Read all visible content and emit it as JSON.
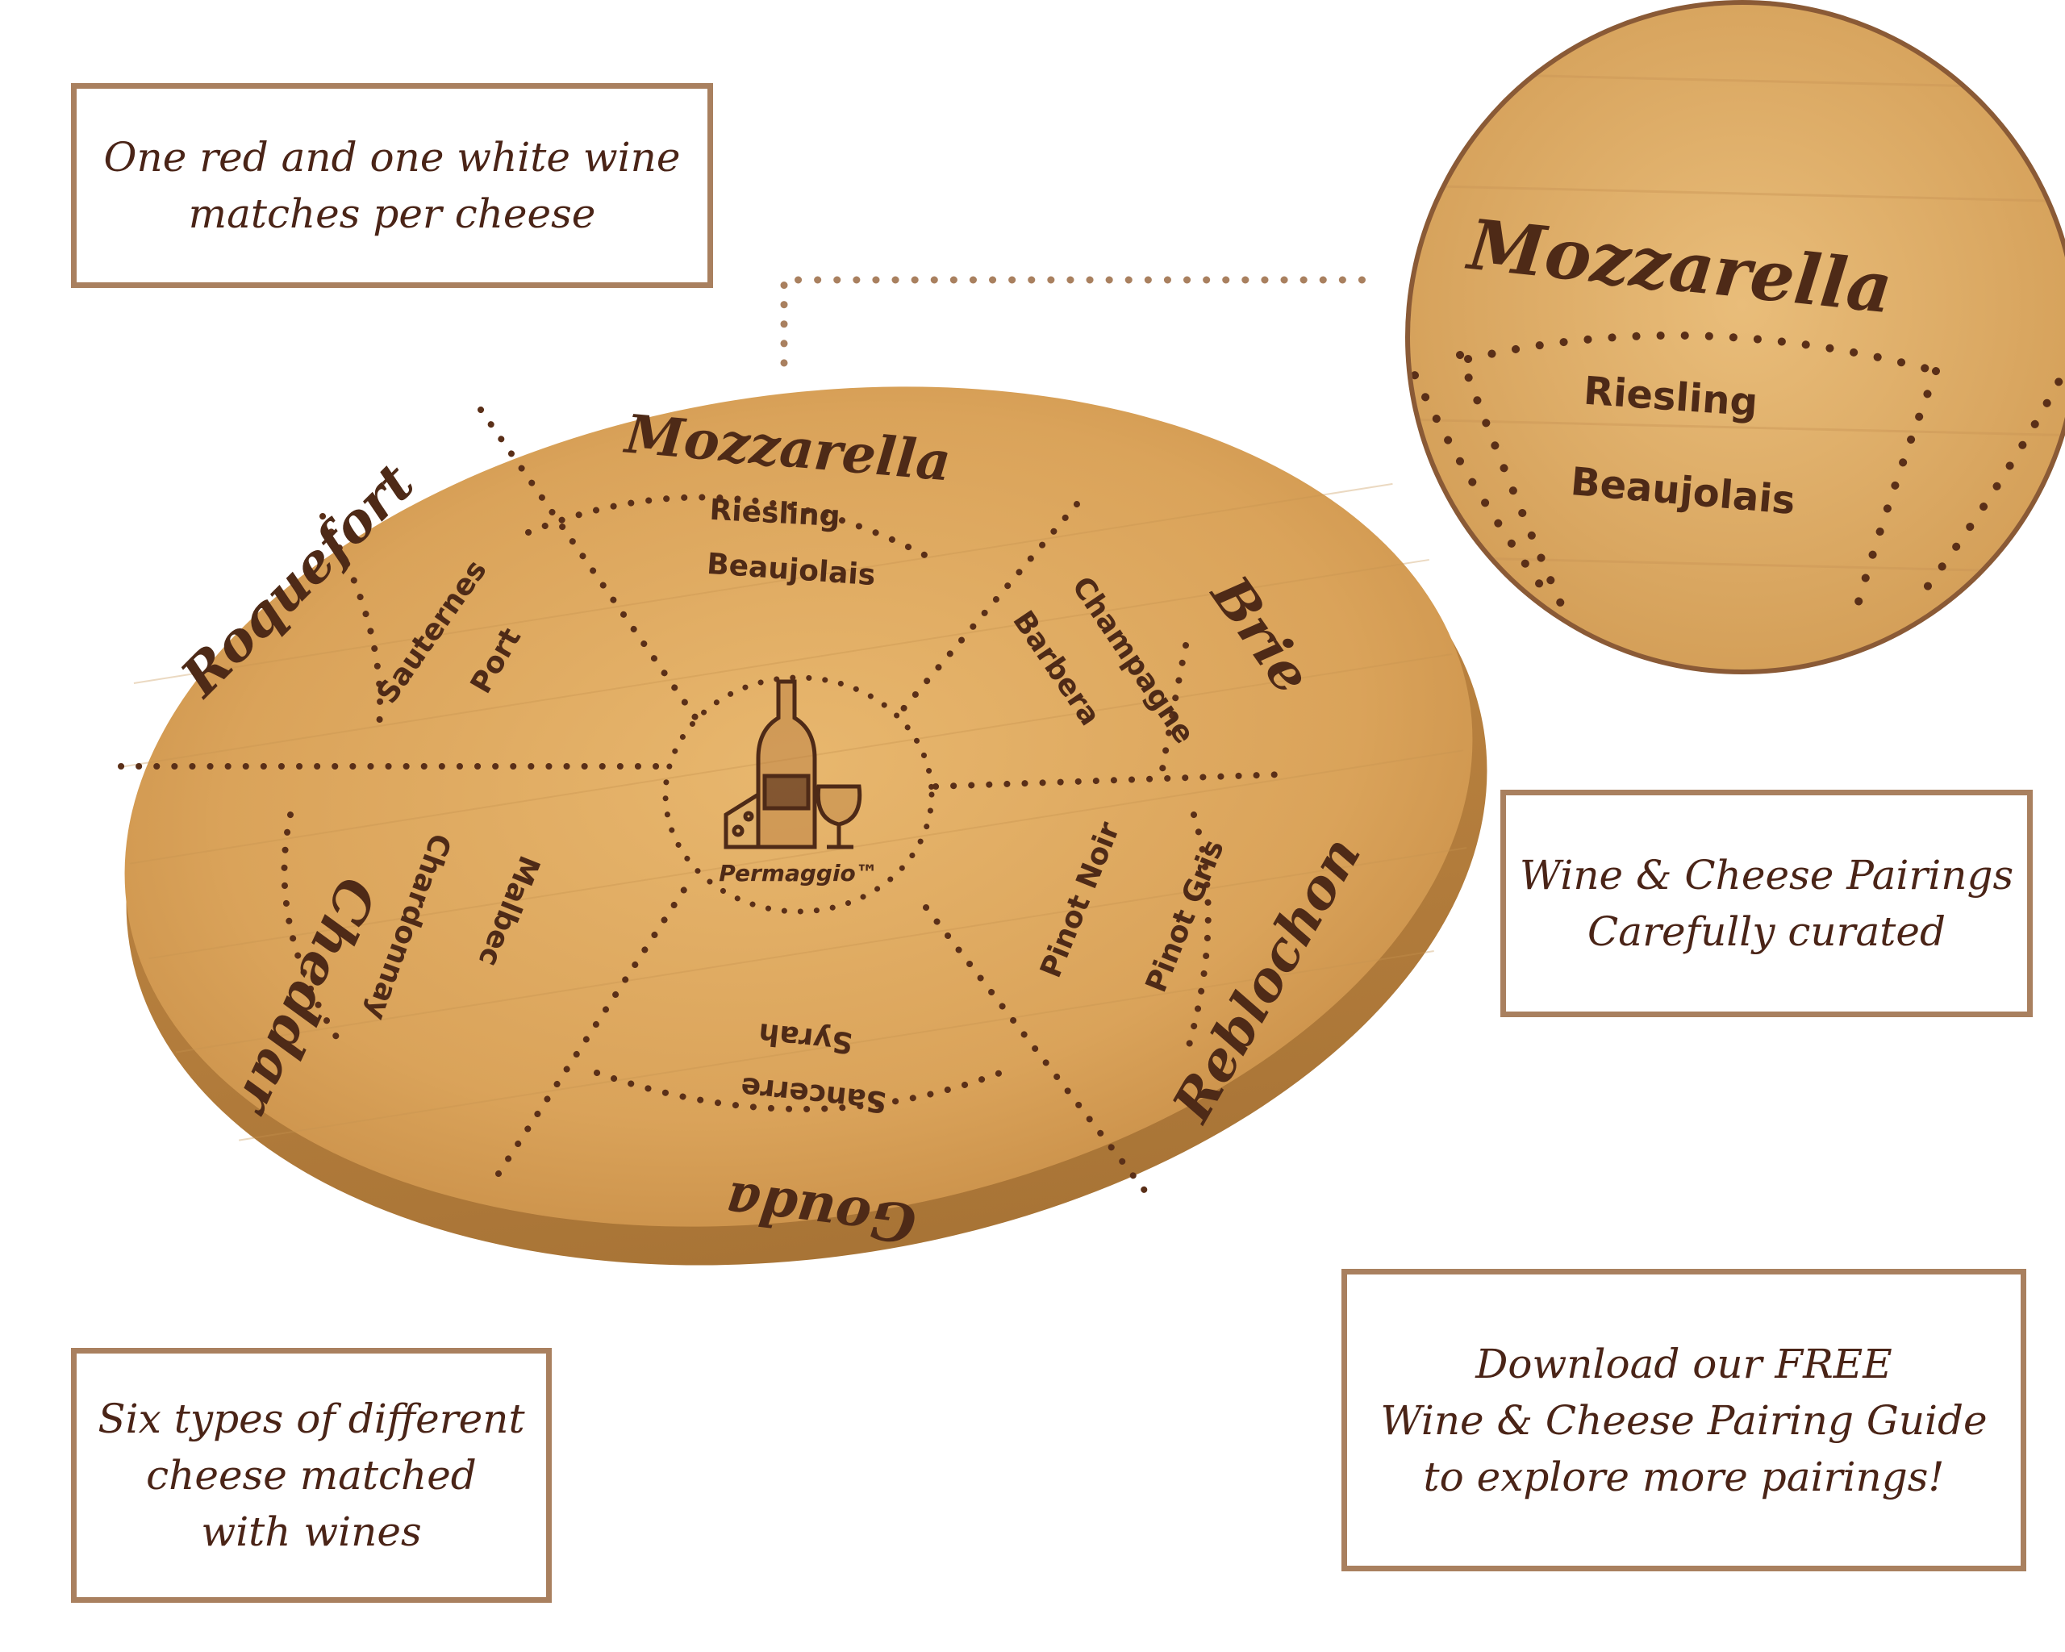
{
  "callouts": {
    "pairing_rule": {
      "line1": "One red and one white wine",
      "line2": "matches per cheese"
    },
    "curated": {
      "line1": "Wine & Cheese Pairings",
      "line2": "Carefully curated"
    },
    "guide": {
      "line1": "Download our FREE",
      "line2": "Wine & Cheese Pairing Guide",
      "line3": "to explore more pairings!"
    },
    "six_types": {
      "line1": "Six types of different",
      "line2": "cheese matched",
      "line3": "with wines"
    }
  },
  "board": {
    "brand": "Permaggio™",
    "segments": [
      {
        "cheese": "Mozzarella",
        "wine1": "Riesling",
        "wine2": "Beaujolais"
      },
      {
        "cheese": "Brie",
        "wine1": "Champagne",
        "wine2": "Barbera"
      },
      {
        "cheese": "Reblochon",
        "wine1": "Pinot Gris",
        "wine2": "Pinot Noir"
      },
      {
        "cheese": "Gouda",
        "wine1": "Sancerre",
        "wine2": "Syrah"
      },
      {
        "cheese": "Cheddar",
        "wine1": "Chardonnay",
        "wine2": "Malbec"
      },
      {
        "cheese": "Roquefort",
        "wine1": "Sauternes",
        "wine2": "Port"
      }
    ]
  },
  "zoom": {
    "cheese": "Mozzarella",
    "wine1": "Riesling",
    "wine2": "Beaujolais"
  },
  "colors": {
    "wood": "#d9a65e",
    "engrave": "#4e2a17",
    "border": "#a9805f",
    "text": "#4a2417"
  }
}
